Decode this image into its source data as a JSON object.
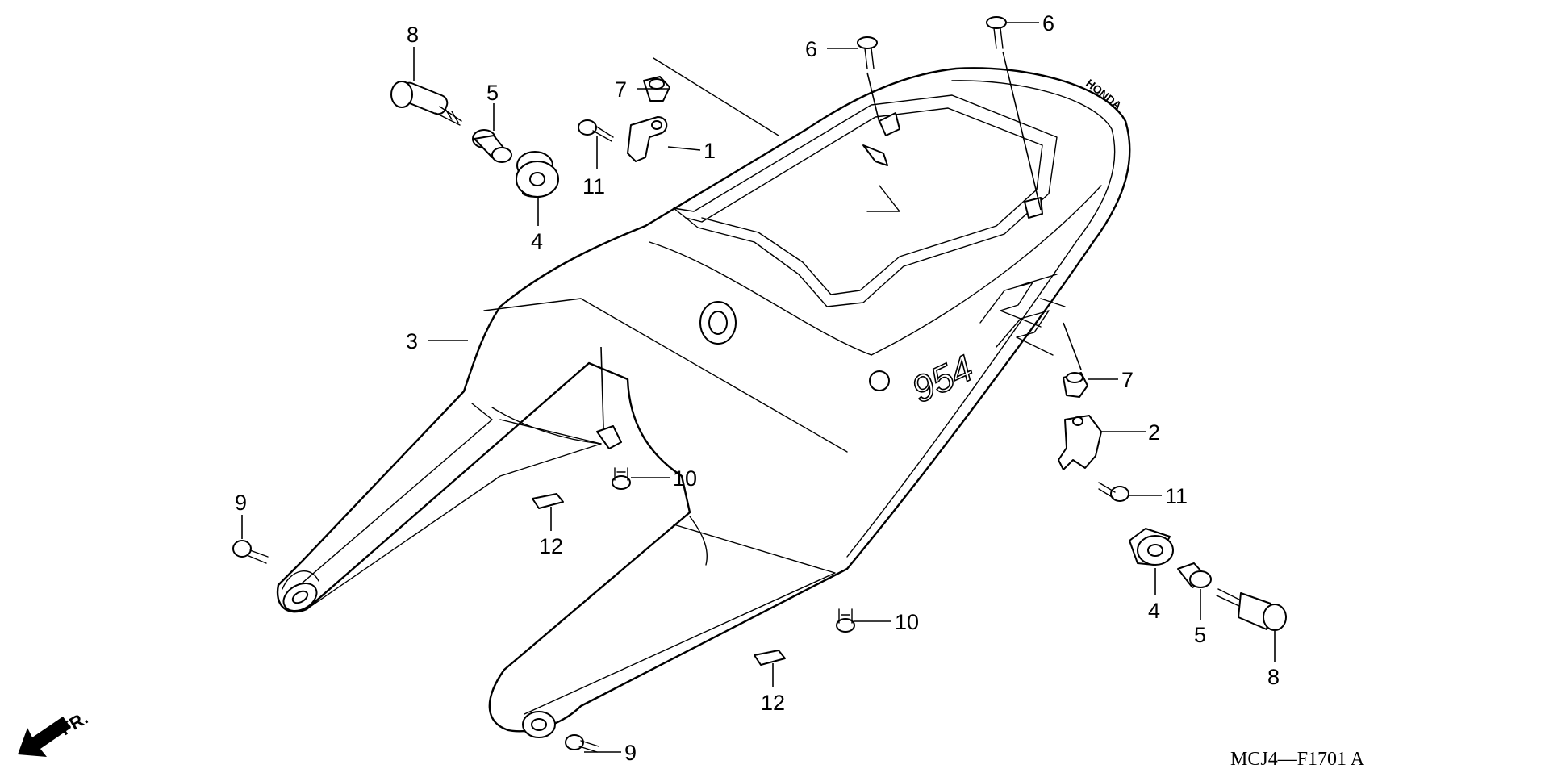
{
  "diagram_code": "MCJ4—F1701 A",
  "front_indicator": "FR.",
  "brand_mark": "HONDA",
  "model_mark": "954",
  "callouts": [
    {
      "id": "c1",
      "label": "1"
    },
    {
      "id": "c2",
      "label": "2"
    },
    {
      "id": "c3",
      "label": "3"
    },
    {
      "id": "c4a",
      "label": "4"
    },
    {
      "id": "c4b",
      "label": "4"
    },
    {
      "id": "c5a",
      "label": "5"
    },
    {
      "id": "c5b",
      "label": "5"
    },
    {
      "id": "c6a",
      "label": "6"
    },
    {
      "id": "c6b",
      "label": "6"
    },
    {
      "id": "c7a",
      "label": "7"
    },
    {
      "id": "c7b",
      "label": "7"
    },
    {
      "id": "c8a",
      "label": "8"
    },
    {
      "id": "c8b",
      "label": "8"
    },
    {
      "id": "c9a",
      "label": "9"
    },
    {
      "id": "c9b",
      "label": "9"
    },
    {
      "id": "c10a",
      "label": "10"
    },
    {
      "id": "c10b",
      "label": "10"
    },
    {
      "id": "c11a",
      "label": "11"
    },
    {
      "id": "c11b",
      "label": "11"
    },
    {
      "id": "c12a",
      "label": "12"
    },
    {
      "id": "c12b",
      "label": "12"
    }
  ]
}
